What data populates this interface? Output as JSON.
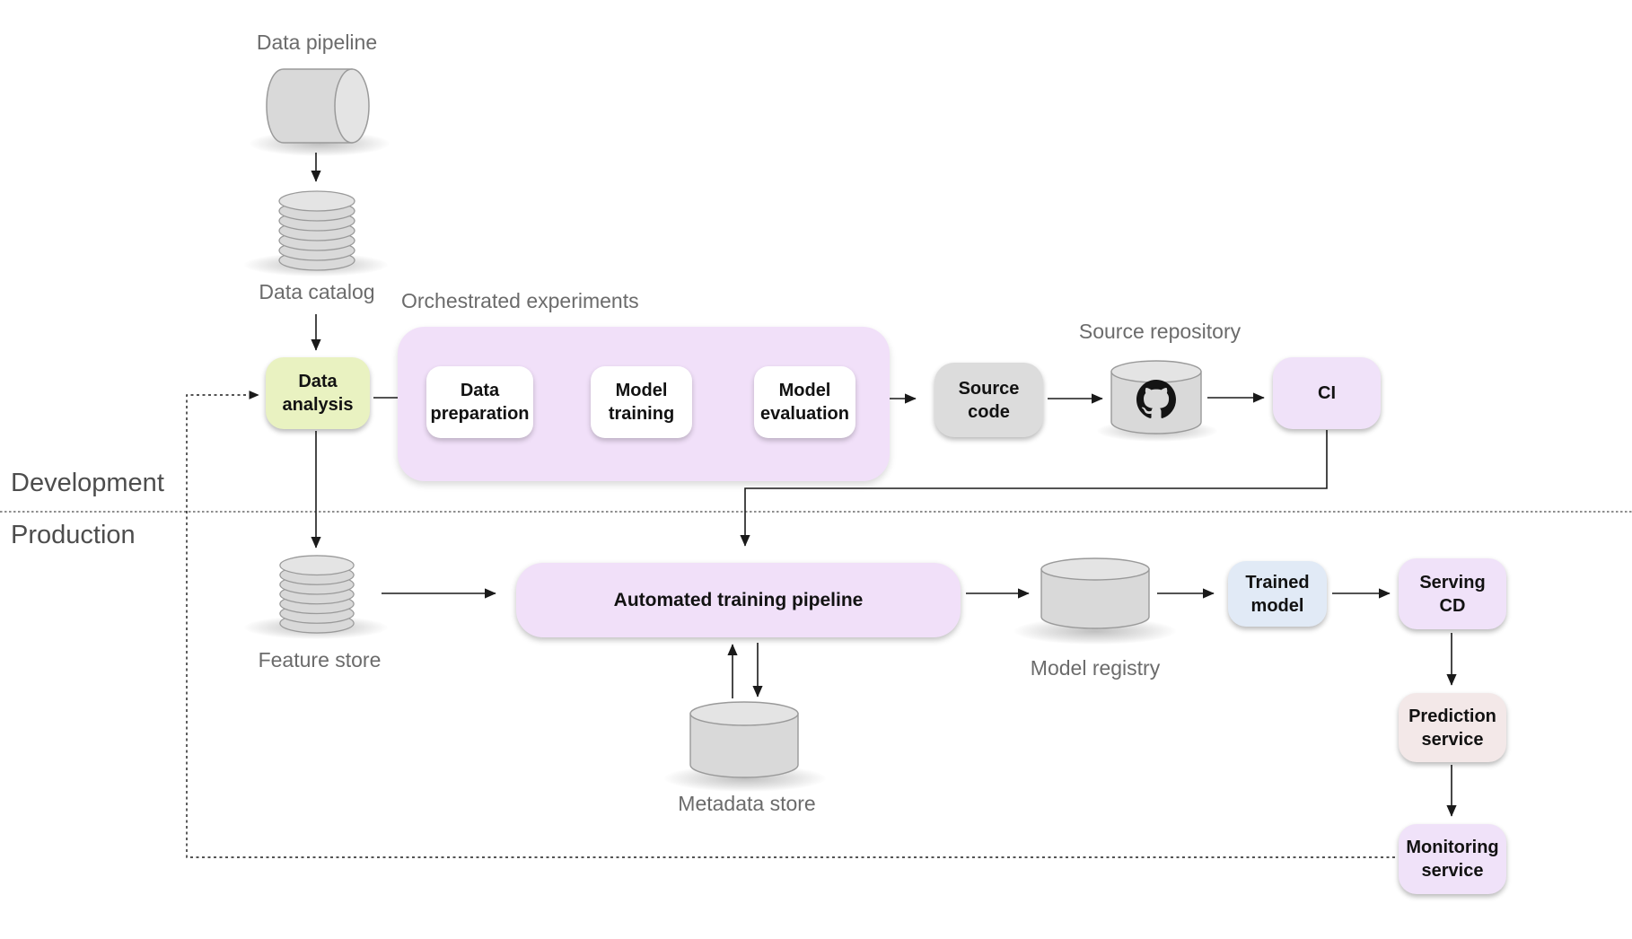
{
  "sections": {
    "development": "Development",
    "production": "Production"
  },
  "labels": {
    "data_pipeline": "Data pipeline",
    "data_catalog": "Data catalog",
    "orchestrated_experiments": "Orchestrated experiments",
    "source_repository": "Source repository",
    "feature_store": "Feature store",
    "model_registry": "Model registry",
    "metadata_store": "Metadata store"
  },
  "nodes": {
    "data_analysis": "Data\nanalysis",
    "data_preparation": "Data\npreparation",
    "model_training": "Model\ntraining",
    "model_evaluation": "Model\nevaluation",
    "source_code": "Source\ncode",
    "ci": "CI",
    "automated_training_pipeline": "Automated training pipeline",
    "trained_model": "Trained\nmodel",
    "serving_cd": "Serving\nCD",
    "prediction_service": "Prediction\nservice",
    "monitoring_service": "Monitoring\nservice"
  },
  "icons": {
    "data_pipeline": "horizontal-cylinder-icon",
    "data_catalog": "disk-stack-icon",
    "feature_store": "disk-stack-icon",
    "source_repository": "github-cylinder-icon",
    "metadata_store": "cylinder-icon",
    "model_registry": "cylinder-icon"
  },
  "colors": {
    "lavender_container": "#f1e0f9",
    "lavender_box": "#f0e2f9",
    "green_box": "#e9f2c1",
    "gray_box": "#dcdcdc",
    "blue_box": "#e1eaf6",
    "pink_box": "#f3e8e8",
    "white_box": "#ffffff",
    "label_gray": "#6b6b6b",
    "section_gray": "#4d4d4d",
    "arrow": "#1a1a1a",
    "cylinder_fill": "#d9d9d9",
    "cylinder_top": "#e4e4e4",
    "cylinder_stroke": "#9a9a9a"
  }
}
